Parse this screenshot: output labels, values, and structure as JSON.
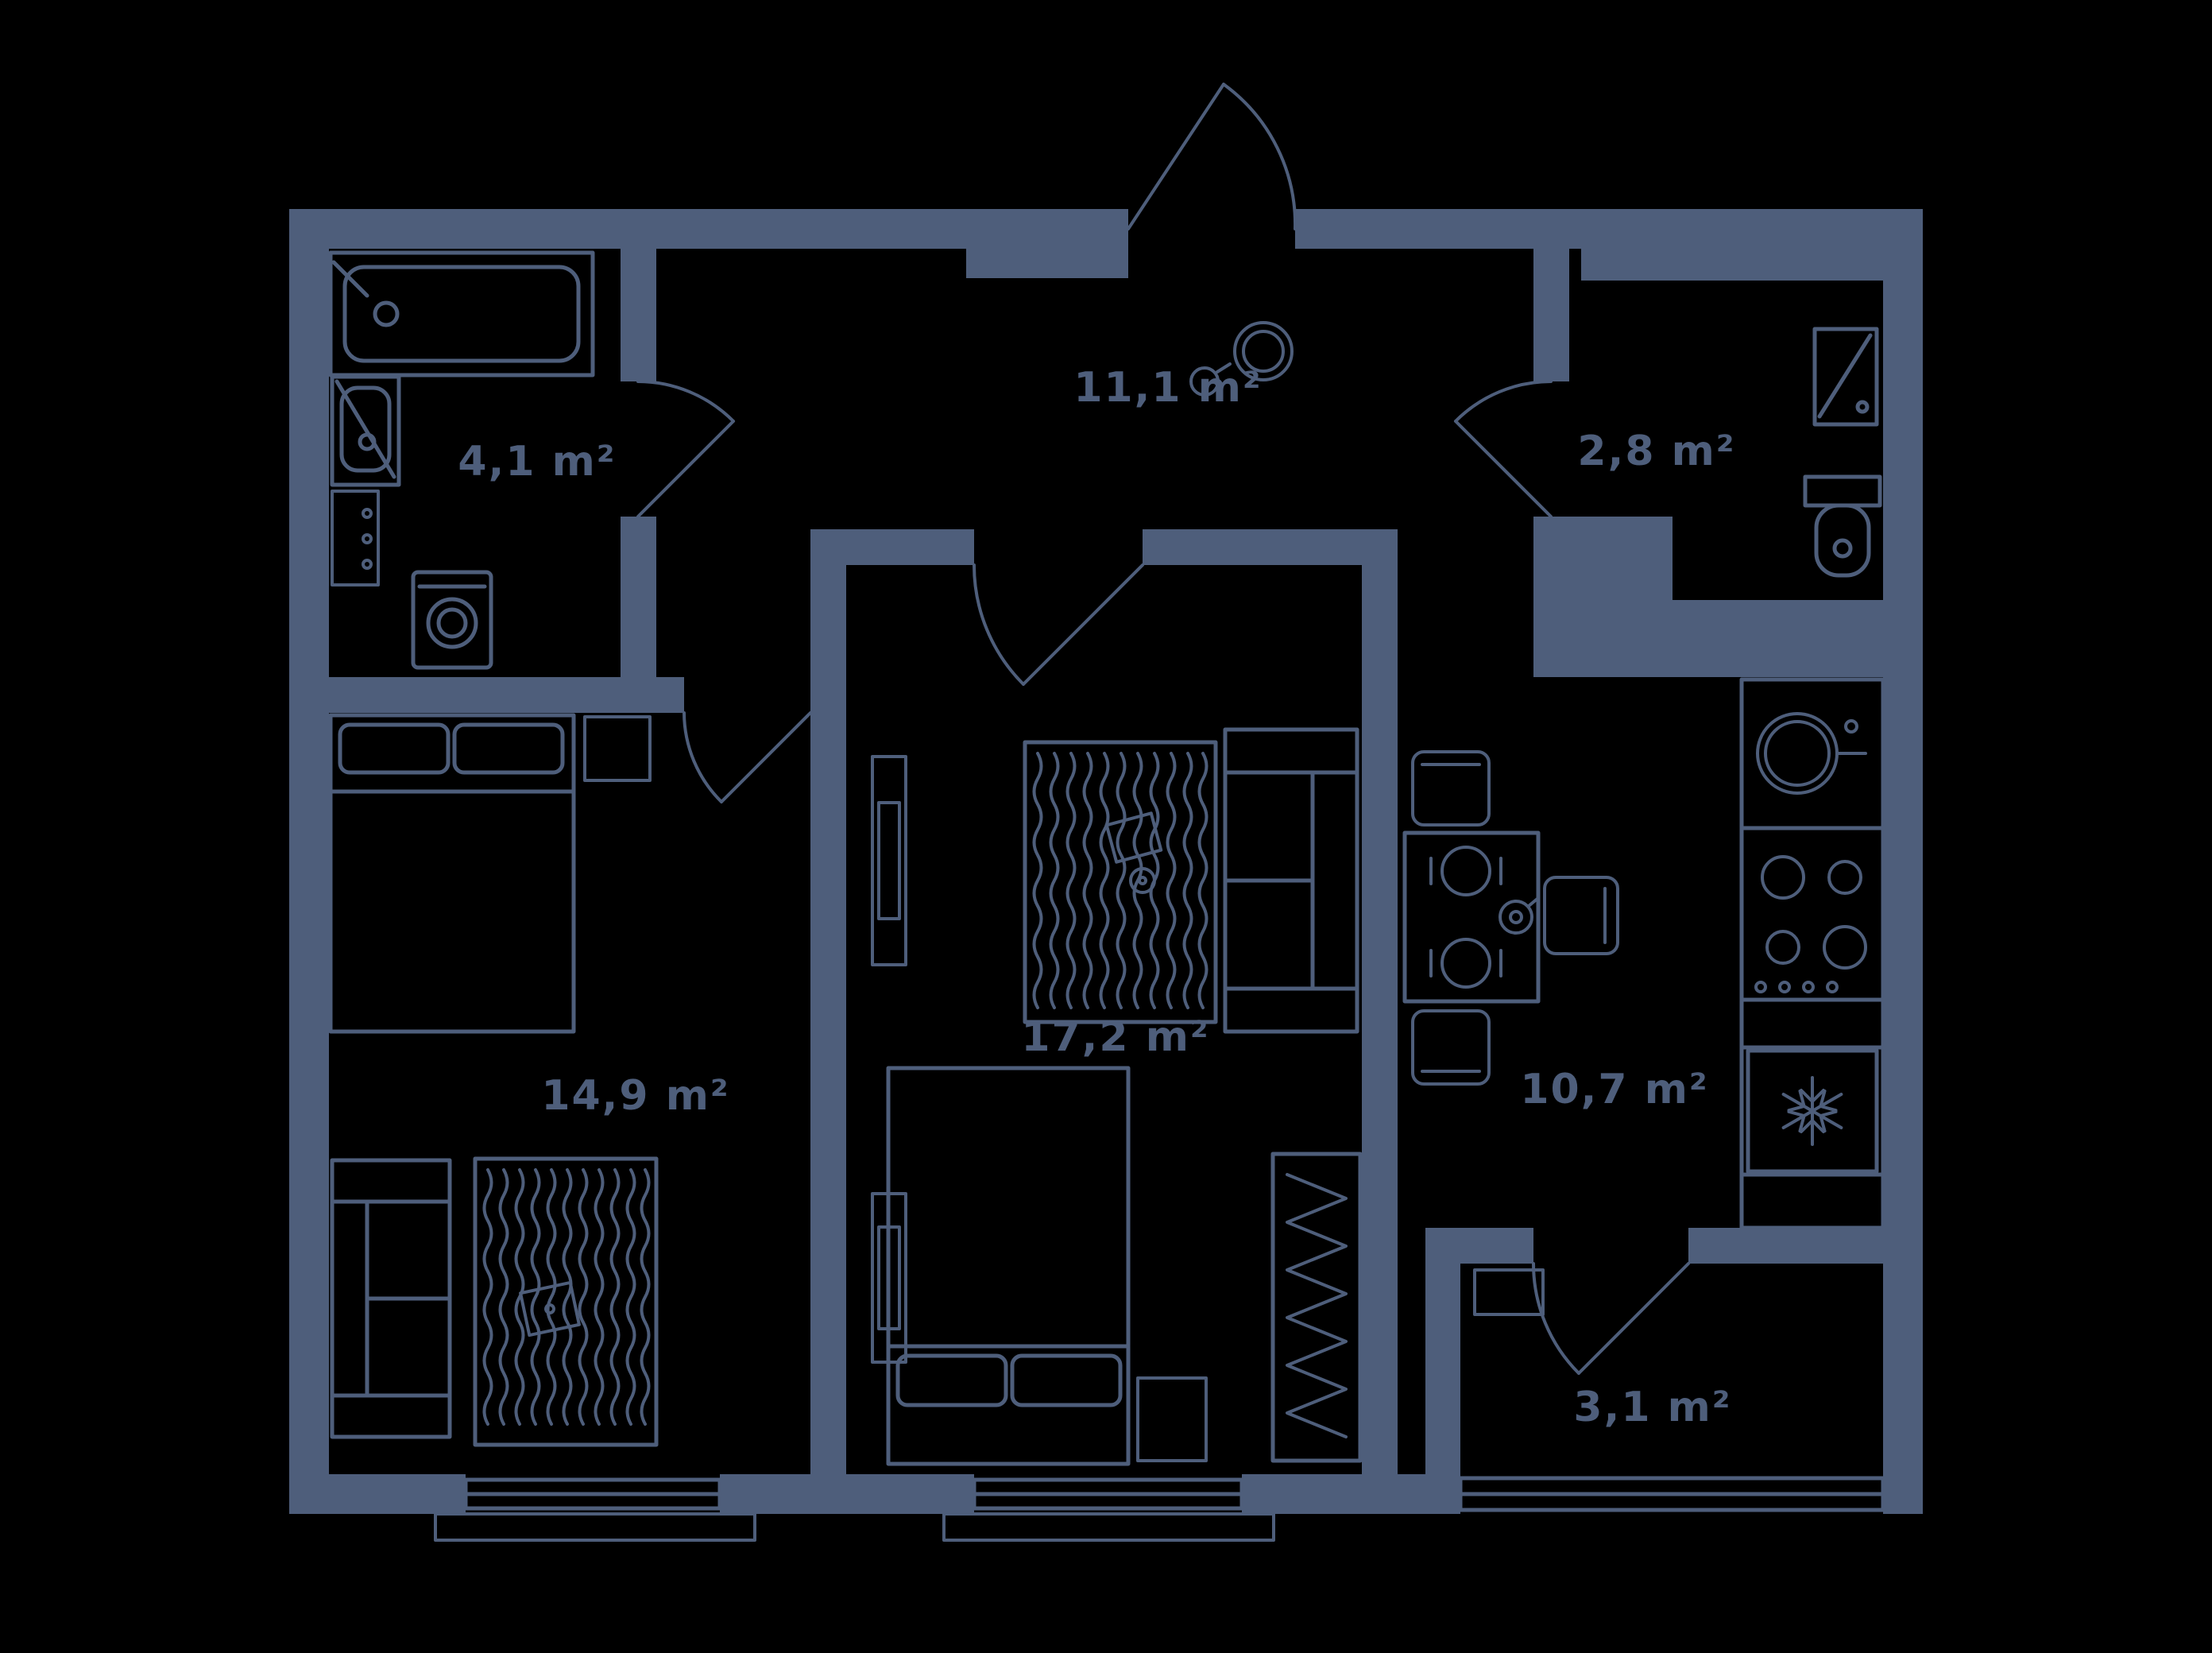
{
  "colors": {
    "background": "#000000",
    "line": "#4e5e7b"
  },
  "plan": {
    "rooms": {
      "bathroom": {
        "label": "4,1 m²"
      },
      "hallway": {
        "label": "11,1 m²"
      },
      "wc": {
        "label": "2,8 m²"
      },
      "bedroom": {
        "label": "14,9 m²"
      },
      "living_room": {
        "label": "17,2 m²"
      },
      "kitchen": {
        "label": "10,7 m²"
      },
      "balcony": {
        "label": "3,1 m²"
      }
    }
  }
}
